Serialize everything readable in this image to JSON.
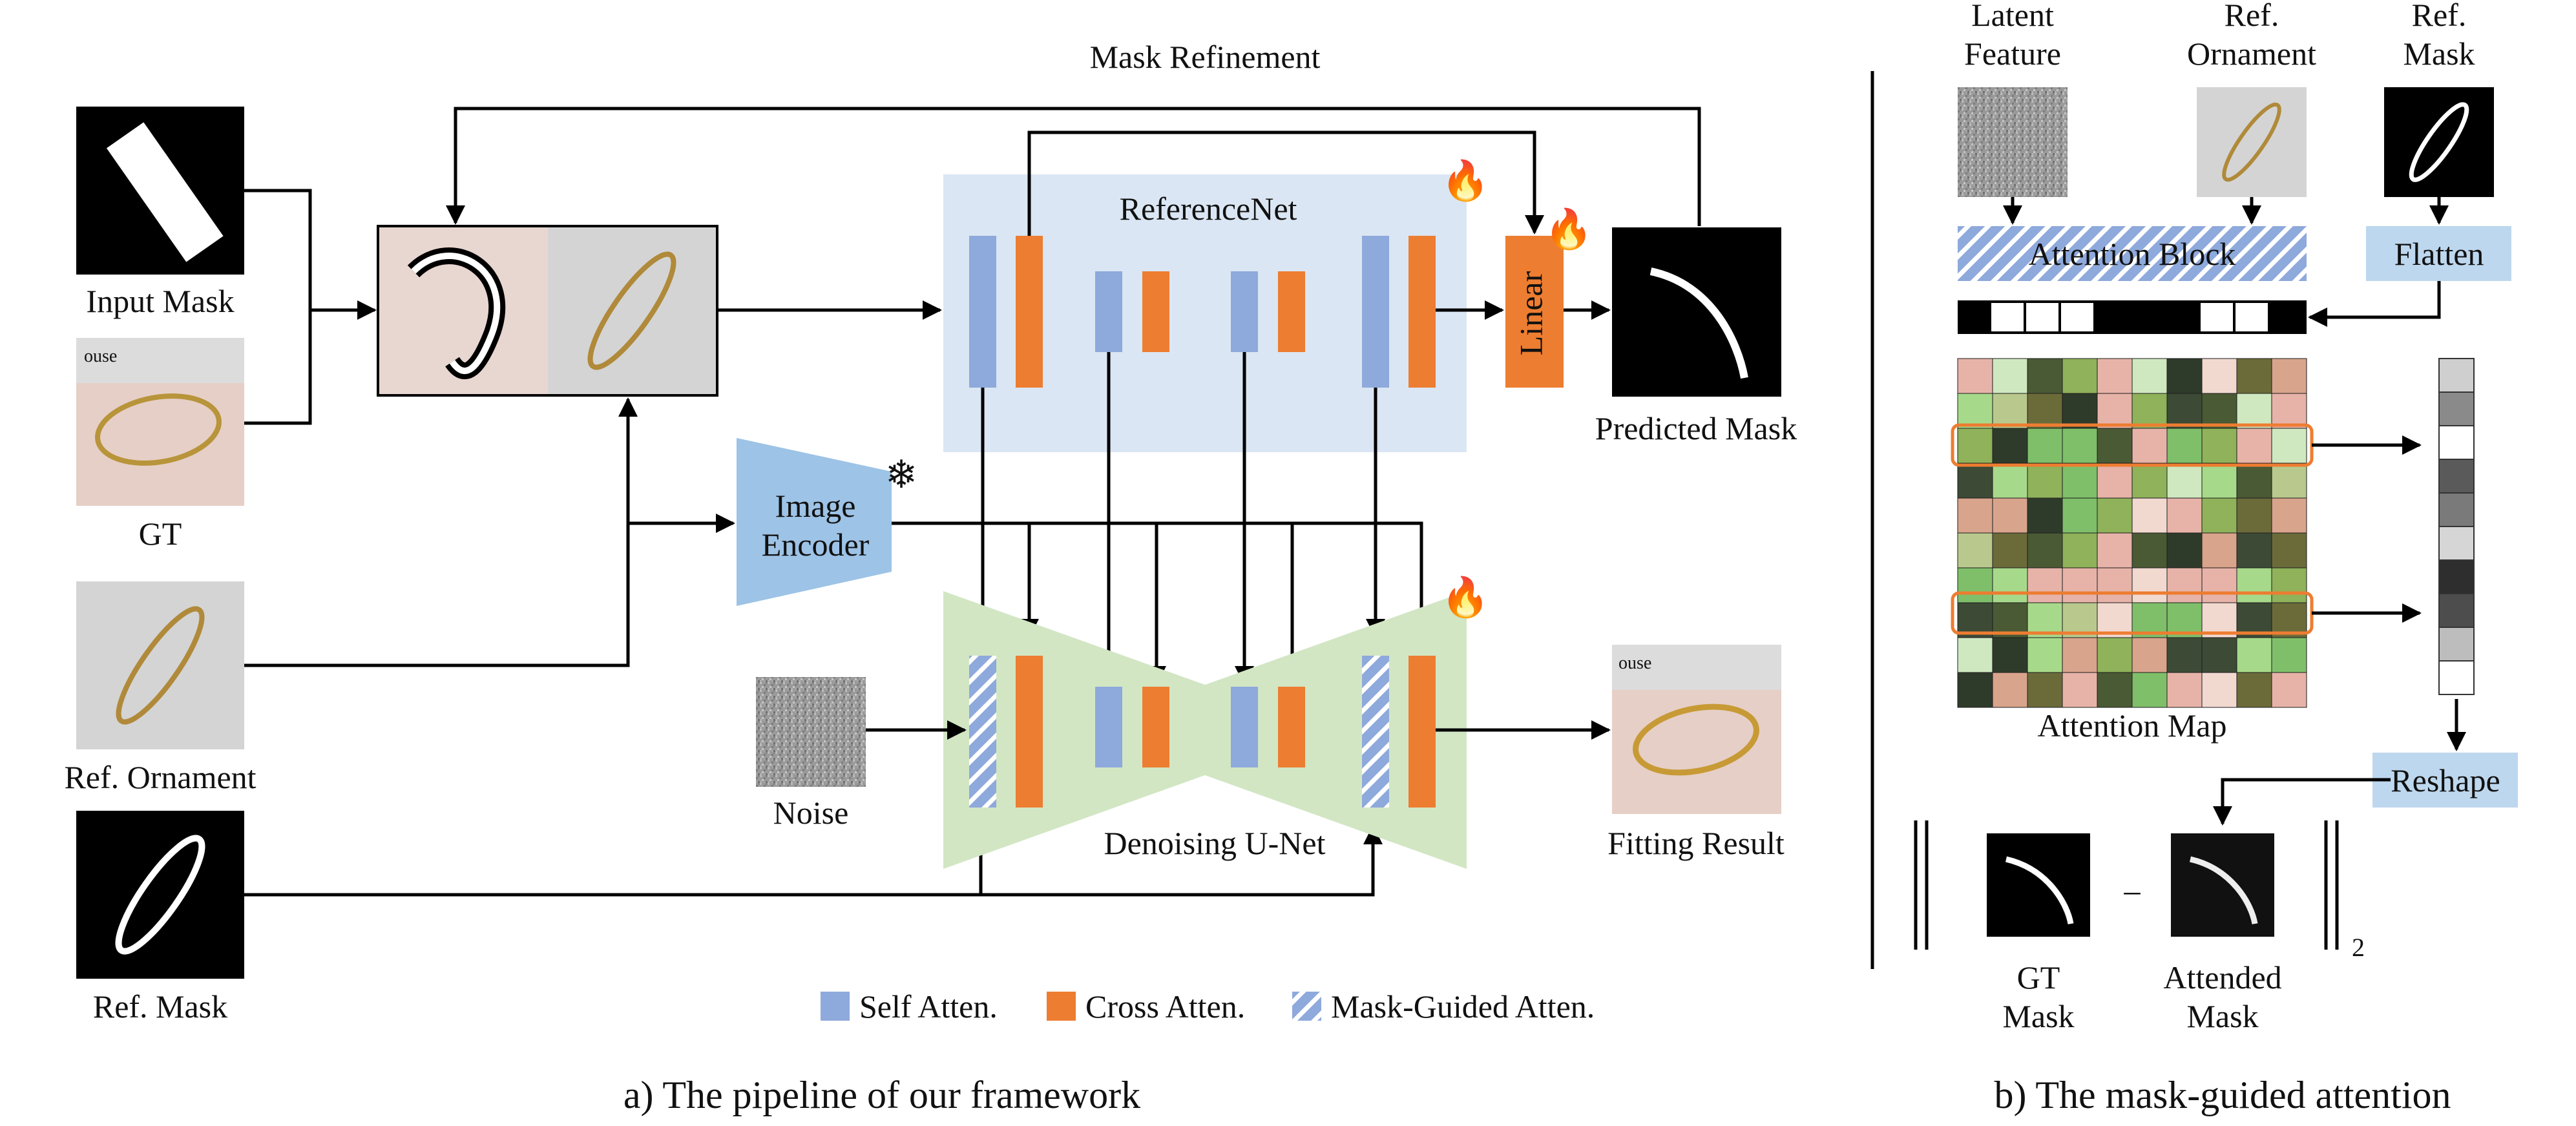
{
  "pipeline": {
    "caption": "a) The pipeline of our framework",
    "mask_refinement": "Mask Refinement",
    "input_mask": "Input Mask",
    "gt": "GT",
    "gt_image_text": "ouse",
    "ref_ornament": "Ref. Ornament",
    "ref_mask": "Ref. Mask",
    "reference_net": "ReferenceNet",
    "linear": "Linear",
    "predicted_mask": "Predicted Mask",
    "image_encoder_line1": "Image",
    "image_encoder_line2": "Encoder",
    "noise": "Noise",
    "denoising_unet": "Denoising U-Net",
    "fitting_result": "Fitting Result",
    "legend": {
      "self_atten": "Self Atten.",
      "cross_atten": "Cross Atten.",
      "mask_guided_atten": "Mask-Guided Atten."
    }
  },
  "mask_guided": {
    "caption": "b) The mask-guided attention",
    "latent_feature_line1": "Latent",
    "latent_feature_line2": "Feature",
    "ref_ornament_line1": "Ref.",
    "ref_ornament_line2": "Ornament",
    "ref_mask_line1": "Ref.",
    "ref_mask_line2": "Mask",
    "attention_block": "Attention Block",
    "flatten": "Flatten",
    "attention_map": "Attention Map",
    "reshape": "Reshape",
    "gt_mask_line1": "GT",
    "gt_mask_line2": "Mask",
    "minus": "–",
    "attended_mask_line1": "Attended",
    "attended_mask_line2": "Mask",
    "norm_subscript": "2"
  },
  "colors": {
    "self_atten": "#8ea9db",
    "cross_atten": "#ed7d31",
    "reference_net_bg": "#dae6f3",
    "unet_bg": "#d2e6c4",
    "encoder": "#9dc3e6",
    "linear": "#ed7d31",
    "label_box": "#bdd7ee",
    "highlight": "#ed7d31"
  }
}
